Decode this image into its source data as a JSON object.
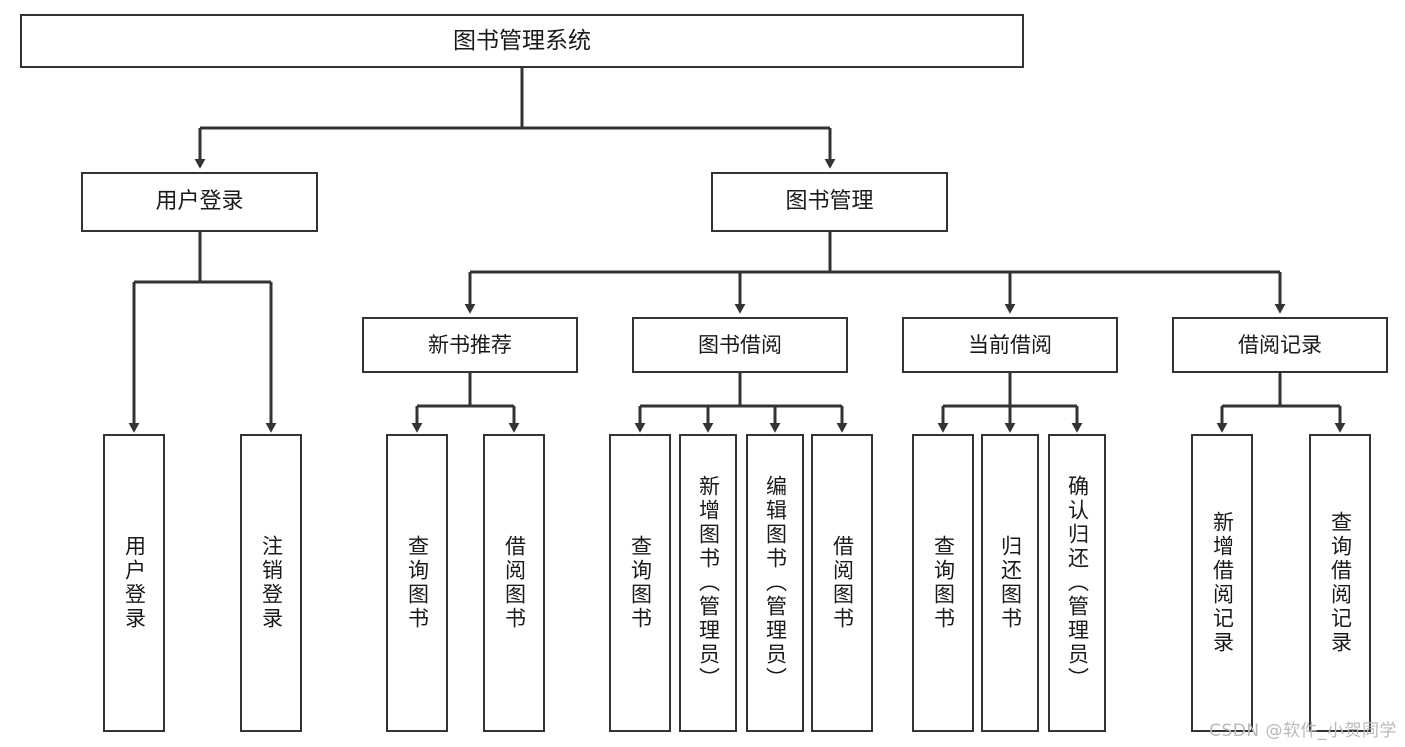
{
  "diagram": {
    "title": "图书管理系统",
    "watermark": "CSDN @软件_小贺同学",
    "colors": {
      "stroke": "#333333",
      "fill": "#ffffff",
      "text": "#1a1a1a",
      "watermark": "#b9b9b9"
    },
    "root": {
      "label": "图书管理系统"
    },
    "level2": [
      {
        "label": "用户登录"
      },
      {
        "label": "图书管理"
      }
    ],
    "level3": [
      {
        "label": "新书推荐"
      },
      {
        "label": "图书借阅"
      },
      {
        "label": "当前借阅"
      },
      {
        "label": "借阅记录"
      }
    ],
    "leaves": {
      "user_login": [
        {
          "label": "用户登录"
        },
        {
          "label": "注销登录"
        }
      ],
      "new_book_recommend": [
        {
          "label": "查询图书"
        },
        {
          "label": "借阅图书"
        }
      ],
      "book_borrow": [
        {
          "label": "查询图书"
        },
        {
          "label": "新增图书（管理员）"
        },
        {
          "label": "编辑图书（管理员）"
        },
        {
          "label": "借阅图书"
        }
      ],
      "current_borrow": [
        {
          "label": "查询图书"
        },
        {
          "label": "归还图书"
        },
        {
          "label": "确认归还（管理员）"
        }
      ],
      "borrow_record": [
        {
          "label": "新增借阅记录"
        },
        {
          "label": "查询借阅记录"
        }
      ]
    }
  }
}
